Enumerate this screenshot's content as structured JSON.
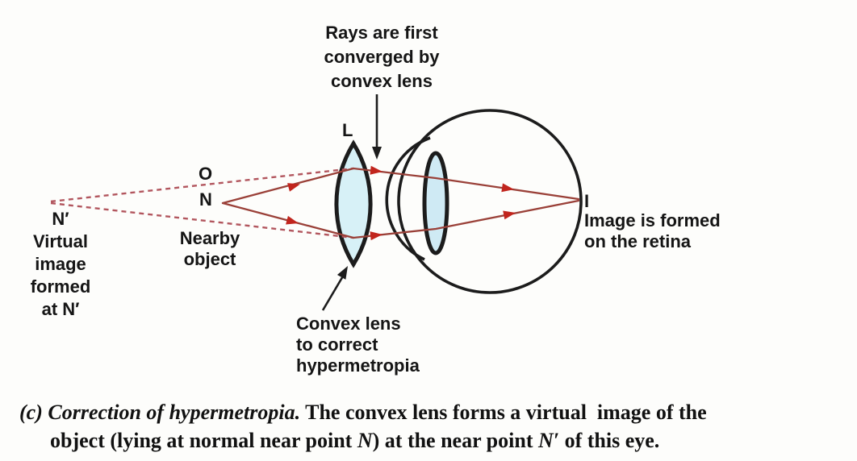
{
  "figure": {
    "type": "optics-ray-diagram",
    "subject": "Correction of hypermetropia with a convex lens"
  },
  "diagram": {
    "top_note": "Rays are first\nconverged by\nconvex lens",
    "lens_letter": "L",
    "point_o": "O",
    "point_n": "N",
    "nearby_note": "Nearby\nobject",
    "virtual_note": "N′\nVirtual\nimage\nformed\nat N′",
    "point_i": "I",
    "retina_note": "Image is formed\non the retina",
    "lens_note": "Convex lens\nto correct\nhypermetropia"
  },
  "caption": {
    "label": "(c) ",
    "title_italic": "Correction of hypermetropia.",
    "line1_rest": " The convex lens forms a virtual  image of the",
    "line2_pre": "object (lying at normal near point ",
    "line2_n": "N",
    "line2_mid": ") at the near point ",
    "line2_nprime": "N′",
    "line2_post": " of this eye."
  },
  "colors": {
    "ray_line": "#9a4038",
    "ray_dashed": "#b2565e",
    "ray_arrowhead": "#c1251d",
    "outline_ink": "#1c1c1c",
    "corrective_lens_fill": "#d7f1f7",
    "eye_lens_fill": "#cfeaf4",
    "background": "#fdfdfb",
    "text": "#151515"
  }
}
